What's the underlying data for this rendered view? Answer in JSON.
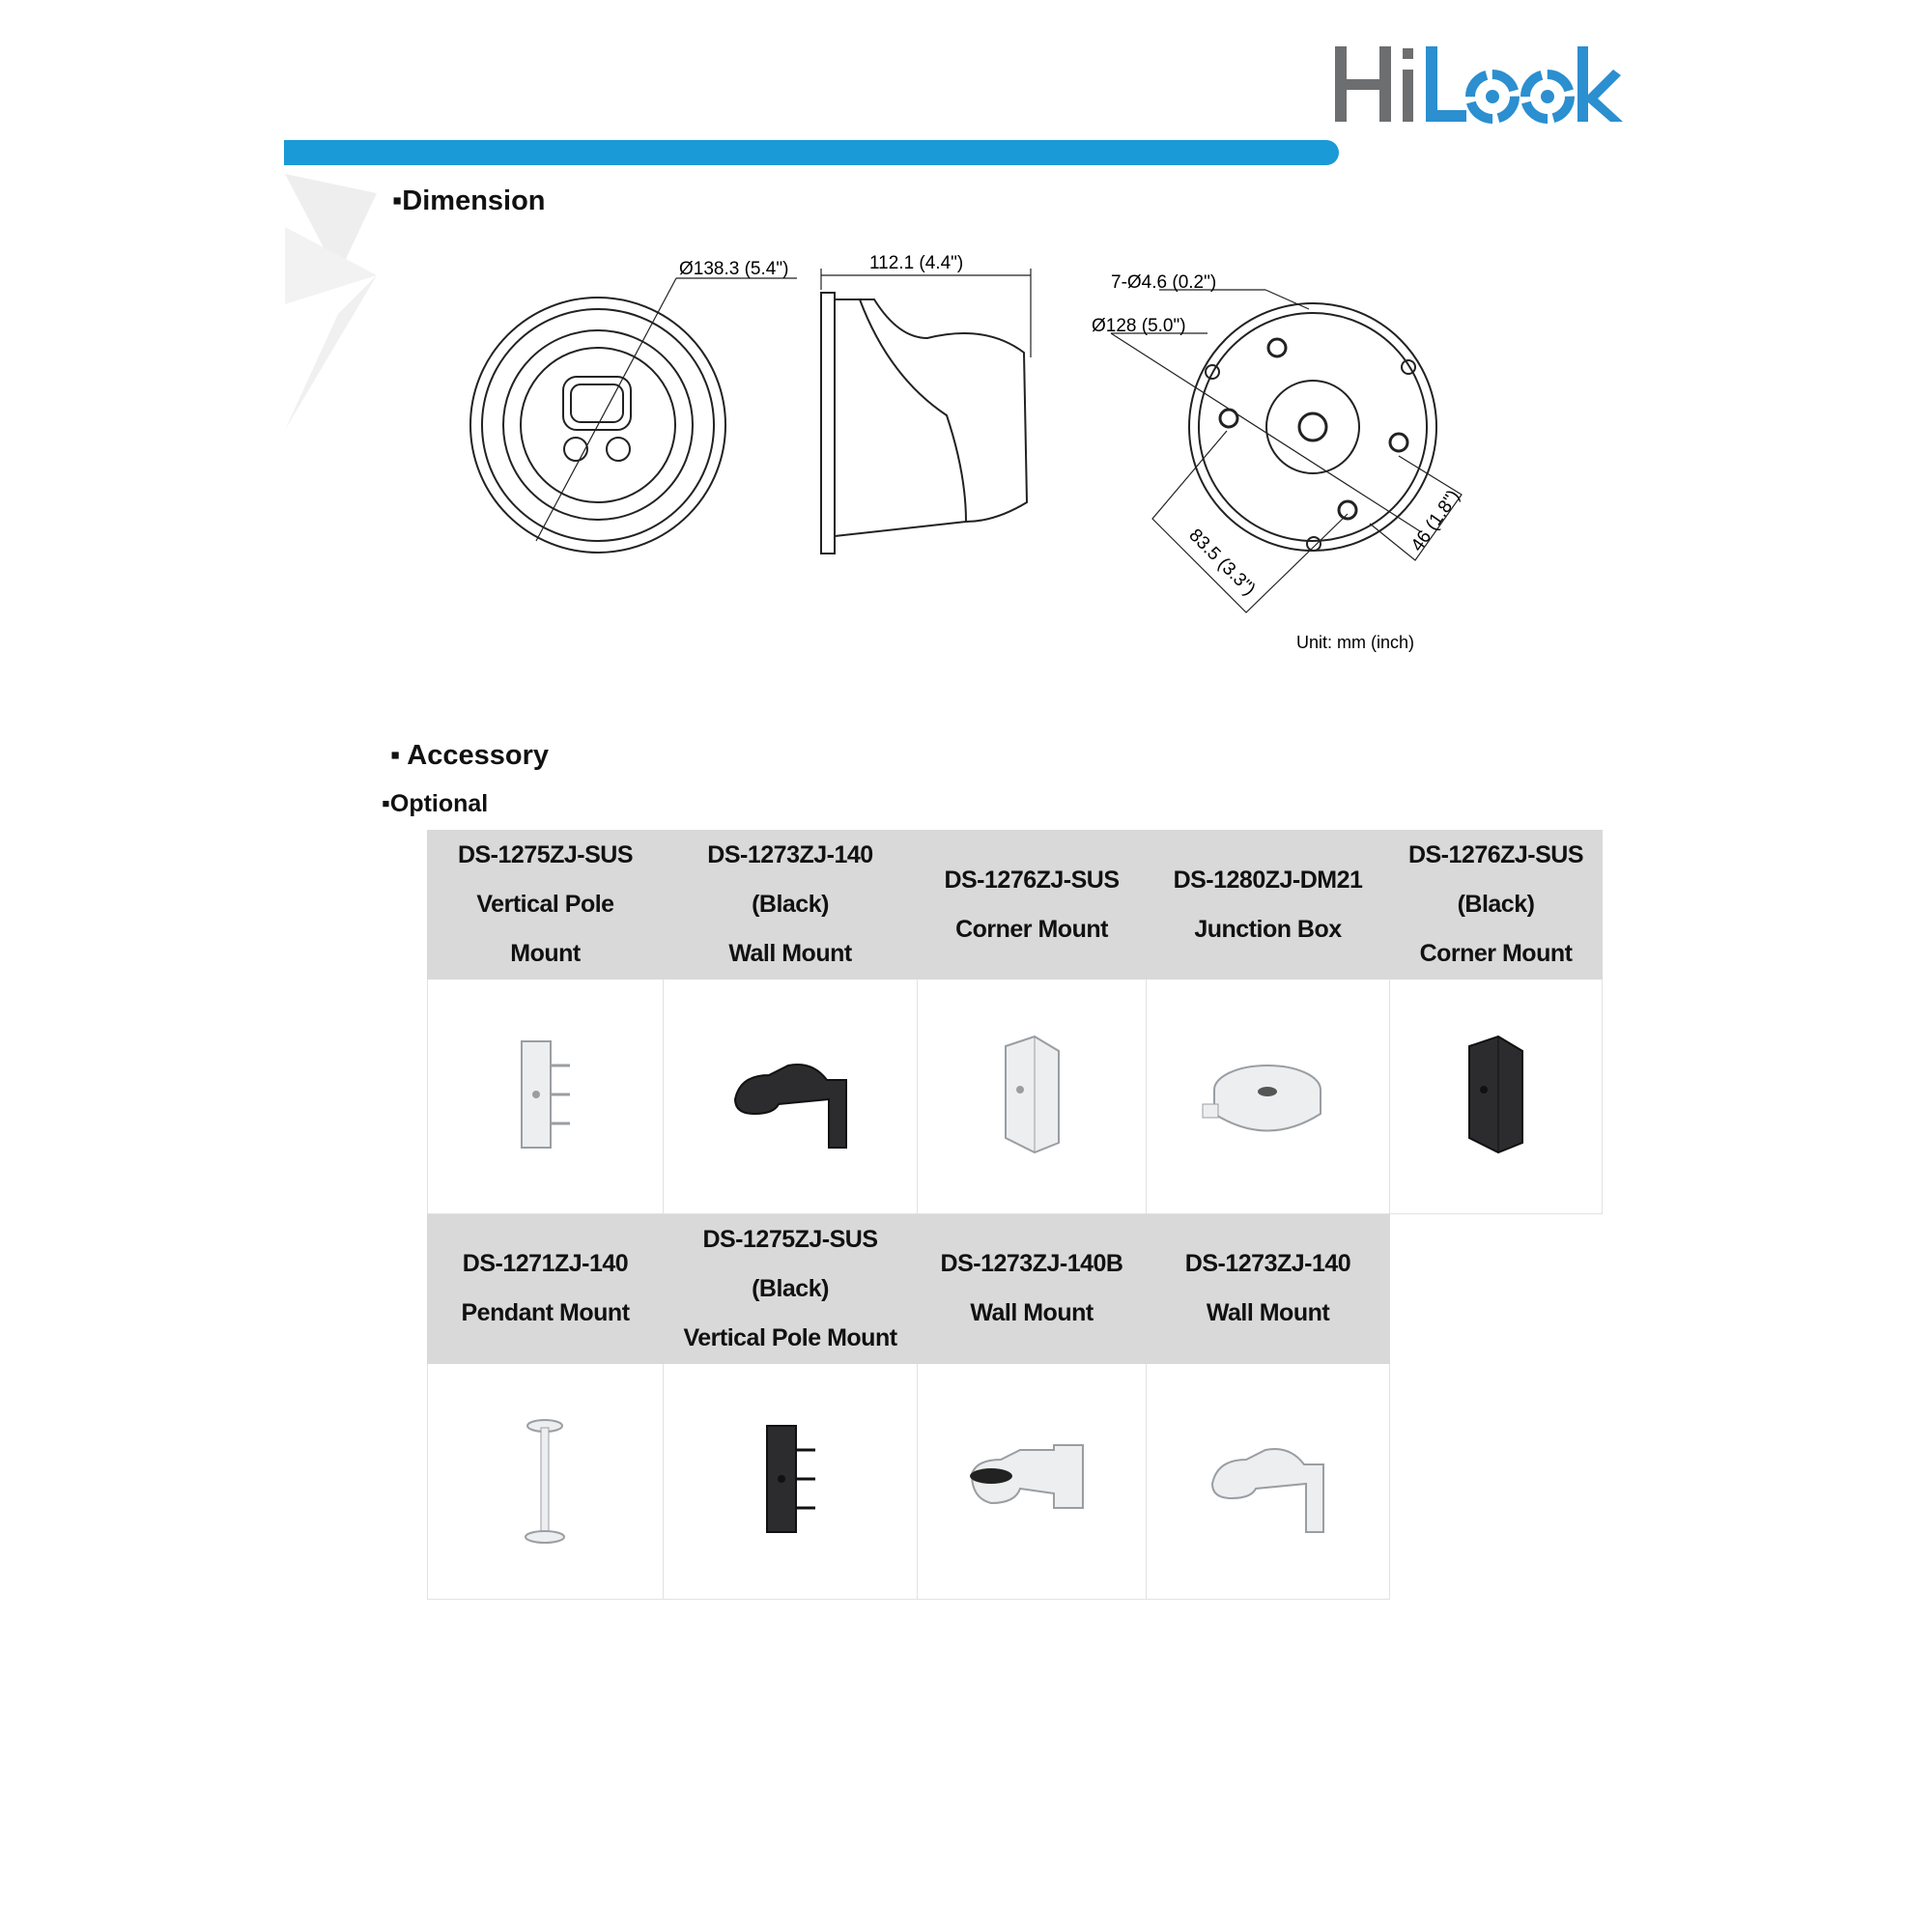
{
  "brand": {
    "logo_text": "HiLook",
    "logo_gray": "#6d6e70",
    "logo_blue": "#2b8fd0",
    "bar_color": "#1a9ad6"
  },
  "dimension": {
    "heading": "Dimension",
    "labels": {
      "front_diameter": "Ø138.3 (5.4\")",
      "side_depth": "112.1 (4.4\")",
      "holes": "7-Ø4.6 (0.2\")",
      "base_diameter": "Ø128 (5.0\")",
      "spacing_a": "83.5 (3.3\")",
      "spacing_b": "46 (1.8\")",
      "unit": "Unit: mm (inch)"
    }
  },
  "accessory": {
    "heading": "Accessory",
    "subheading": "Optional",
    "header_bg": "#d9d9d9",
    "rows": [
      [
        {
          "lines": [
            "DS-1275ZJ-SUS",
            "Vertical Pole",
            "Mount"
          ],
          "icon": "vertical-pole-mount-icon",
          "color": "light"
        },
        {
          "lines": [
            "DS-1273ZJ-140",
            "(Black)",
            "Wall Mount"
          ],
          "icon": "wall-mount-icon",
          "color": "dark"
        },
        {
          "lines": [
            "DS-1276ZJ-SUS",
            "Corner Mount"
          ],
          "icon": "corner-mount-icon",
          "color": "light"
        },
        {
          "lines": [
            "DS-1280ZJ-DM21",
            "Junction Box"
          ],
          "icon": "junction-box-icon",
          "color": "light"
        },
        {
          "lines": [
            "DS-1276ZJ-SUS",
            "(Black)",
            "Corner Mount"
          ],
          "icon": "corner-mount-icon",
          "color": "dark"
        }
      ],
      [
        {
          "lines": [
            "DS-1271ZJ-140",
            "Pendant Mount"
          ],
          "icon": "pendant-mount-icon",
          "color": "light"
        },
        {
          "lines": [
            "DS-1275ZJ-SUS",
            "(Black)",
            "Vertical Pole Mount"
          ],
          "icon": "vertical-pole-mount-icon",
          "color": "dark"
        },
        {
          "lines": [
            "DS-1273ZJ-140B",
            "Wall Mount"
          ],
          "icon": "wall-mount-junction-icon",
          "color": "light"
        },
        {
          "lines": [
            "DS-1273ZJ-140",
            "Wall Mount"
          ],
          "icon": "wall-mount-icon",
          "color": "light"
        }
      ]
    ]
  }
}
